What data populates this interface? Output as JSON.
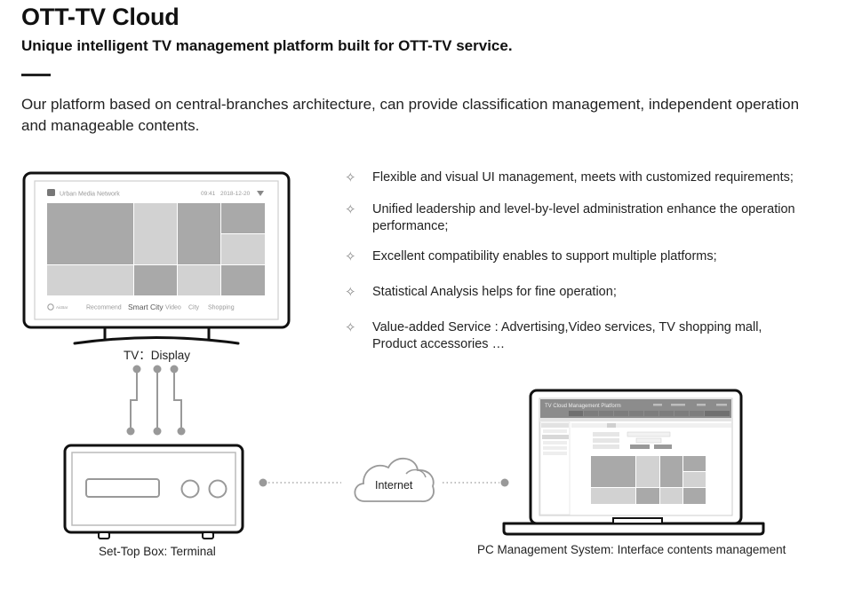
{
  "header": {
    "title": "OTT-TV Cloud",
    "subtitle": "Unique intelligent TV management platform built for OTT-TV service.",
    "intro": "Our platform based on central-branches architecture, can provide classification management, independent operation and manageable contents."
  },
  "features": [
    {
      "icon": "four-point-star-icon",
      "text": "Flexible and visual UI management, meets with customized requirements;"
    },
    {
      "icon": "four-point-star-icon",
      "text": "Unified leadership and level-by-level administration enhance the operation performance;"
    },
    {
      "icon": "four-point-star-icon",
      "text": "Excellent compatibility enables to support multiple platforms;"
    },
    {
      "icon": "four-point-star-icon",
      "text": "Statistical Analysis helps for fine operation;"
    },
    {
      "icon": "four-point-star-icon",
      "text": "Value-added Service :  Advertising,Video services, TV shopping mall,  Product accessories …"
    }
  ],
  "tv": {
    "label": "TV：Display",
    "brand": "Urban Media Network",
    "time": "09:41",
    "date": "2018-12-20",
    "nav": [
      "Recommend",
      "Smart City",
      "Video",
      "City",
      "Shopping"
    ],
    "nav_active": "Smart City",
    "corner_label": "AicBar"
  },
  "stb": {
    "label": "Set-Top Box: Terminal"
  },
  "cloud": {
    "label": "Internet"
  },
  "pc": {
    "label": "PC Management System:  Interface contents management",
    "app_title": "TV Cloud Management Platform"
  },
  "colors": {
    "tile_dark": "#a9a9a9",
    "tile_light": "#d2d2d2",
    "connector": "#999999",
    "outline": "#111111"
  }
}
